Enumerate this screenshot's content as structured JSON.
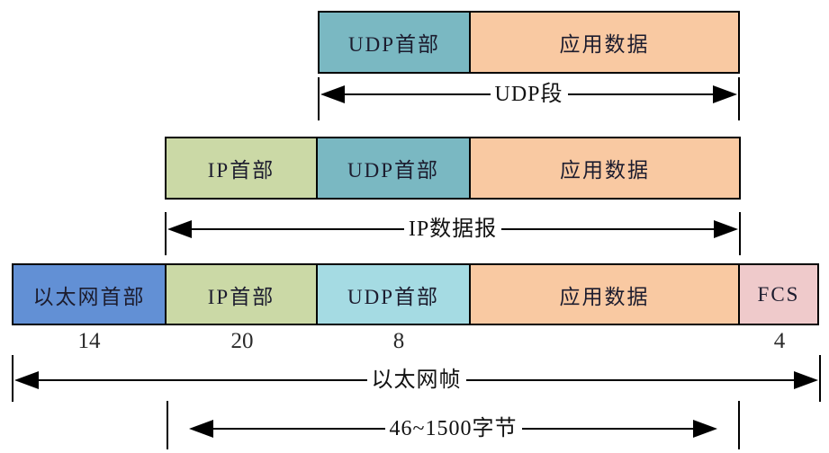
{
  "palette": {
    "udp_header_teal": "#7ab8c2",
    "udp_header_cyan": "#a5dbe3",
    "app_data_peach": "#f9c9a2",
    "ip_header_green": "#cbd9a6",
    "ethernet_header_blue": "#6290d5",
    "fcs_pink": "#efcacb",
    "line_black": "#000000"
  },
  "rows": {
    "udp_segment": {
      "segments": [
        {
          "label": "UDP首部"
        },
        {
          "label": "应用数据"
        }
      ]
    },
    "ip_datagram": {
      "segments": [
        {
          "label": "IP首部"
        },
        {
          "label": "UDP首部"
        },
        {
          "label": "应用数据"
        }
      ]
    },
    "ethernet_frame": {
      "segments": [
        {
          "label": "以太网首部"
        },
        {
          "label": "IP首部"
        },
        {
          "label": "UDP首部"
        },
        {
          "label": "应用数据"
        },
        {
          "label": "FCS"
        }
      ]
    }
  },
  "measures": {
    "udp_segment": "UDP段",
    "ip_datagram": "IP数据报",
    "ethernet_frame": "以太网帧",
    "payload_range": "46~1500字节"
  },
  "byte_sizes": {
    "ethernet_header": "14",
    "ip_header": "20",
    "udp_header": "8",
    "fcs": "4"
  }
}
